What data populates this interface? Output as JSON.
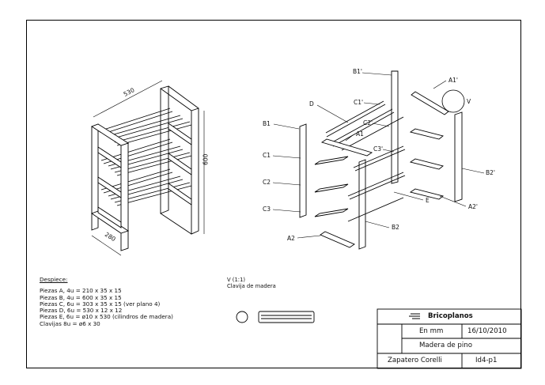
{
  "callouts": {
    "B1p": "B1'",
    "A1p": "A1'",
    "V": "V",
    "D": "D",
    "C1p": "C1'",
    "C2p": "C2'",
    "B1": "B1",
    "A1": "A1",
    "C3p": "C3'",
    "C1": "C1",
    "C2": "C2",
    "C3": "C3",
    "E": "E",
    "B2p": "B2'",
    "A2p": "A2'",
    "B2": "B2",
    "A2": "A2"
  },
  "dimensions": {
    "width": "530",
    "height": "600",
    "depth": "280"
  },
  "notes": {
    "title": "Despiece:",
    "lines": [
      "Piezas A, 4u = 210 x 35 x 15",
      "Piezas B, 4u = 600 x 35 x 15",
      "Piezas C, 6u = 303 x 35 x 15 (ver plano 4)",
      "Piezas D, 6u = 530 x 12 x 12",
      "Piezas E, 6u = ø10 x 530 (cilindros de madera)",
      "Clavijas 8u = ø6 x 30"
    ]
  },
  "detail": {
    "title": "V (1:1)",
    "caption": "Clavija de madera"
  },
  "title_block": {
    "brand": "Bricoplanos",
    "units": "En mm",
    "date": "16/10/2010",
    "material": "Madera de pino",
    "project": "Zapatero Corelli",
    "sheet": "Id4-p1"
  }
}
